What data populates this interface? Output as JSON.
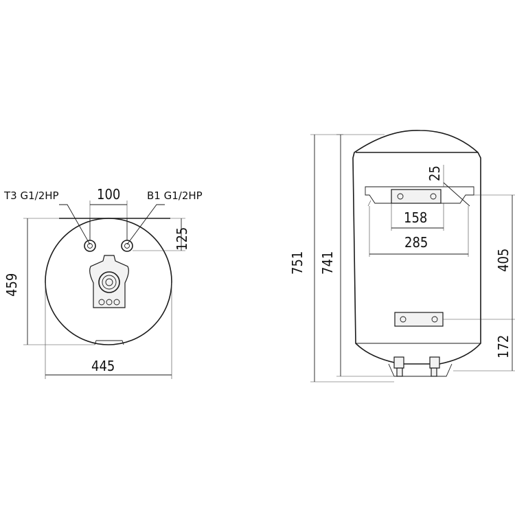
{
  "front_view": {
    "label_left": "T3 G1/2HP",
    "label_right": "B1 G1/2HP",
    "dim_pipe_spacing": "100",
    "dim_pipe_drop": "125",
    "dim_height": "459",
    "dim_width": "445"
  },
  "side_view": {
    "dim_total_height": "751",
    "dim_body_height": "741",
    "dim_bracket_offset": "25",
    "dim_inner_bracket": "158",
    "dim_outer_bracket": "285",
    "dim_bracket_height": "405",
    "dim_bottom": "172"
  }
}
